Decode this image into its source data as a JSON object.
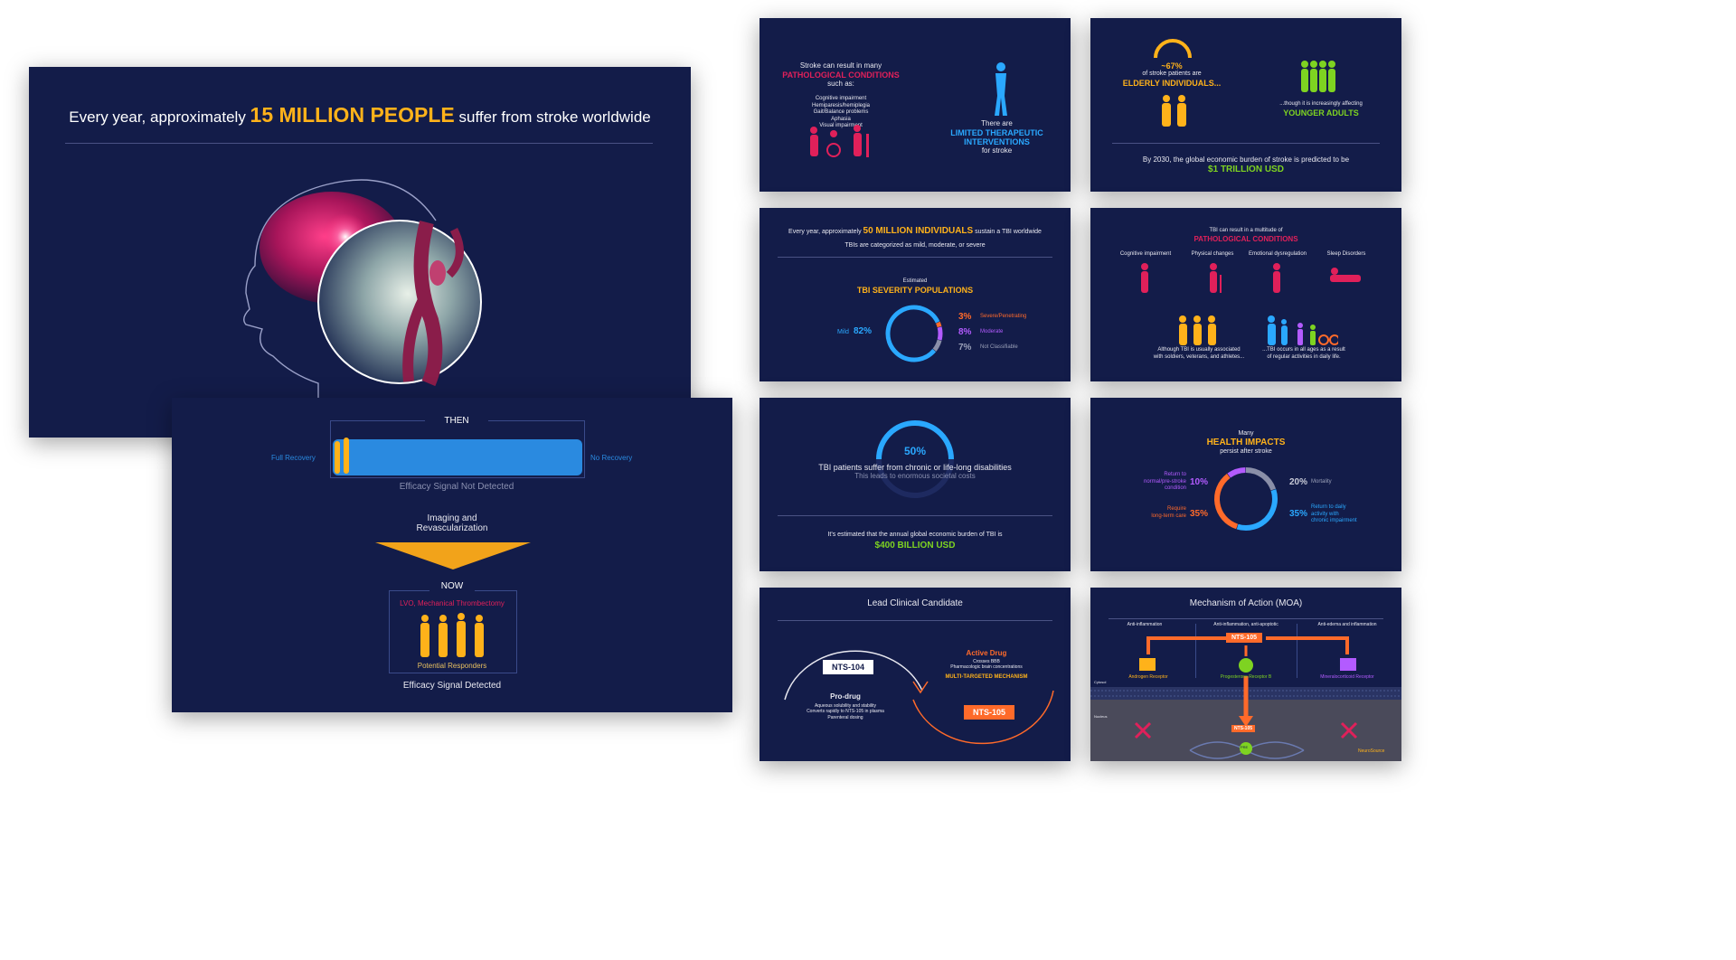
{
  "s1": {
    "title_pre": "Every year, approximately ",
    "title_highlight": "15 MILLION PEOPLE",
    "title_post": " suffer from stroke worldwide"
  },
  "s2": {
    "then": "THEN",
    "full_recovery": "Full Recovery",
    "no_recovery": "No Recovery",
    "not_detected": "Efficacy Signal Not Detected",
    "imaging": "Imaging and",
    "revasc": "Revascularization",
    "now": "NOW",
    "lvo": "LVO, Mechanical Thrombectomy",
    "responders": "Potential Responders",
    "detected": "Efficacy Signal Detected"
  },
  "s3": {
    "intro": "Stroke can result in many",
    "heading": "PATHOLOGICAL CONDITIONS",
    "such": "such as:",
    "conditions": [
      "Cognitive impairment",
      "Hemiparesis/hemiplegia",
      "Gait/Balance problems",
      "Aphasia",
      "Visual impairment"
    ],
    "there_are": "There are",
    "limited1": "LIMITED THERAPEUTIC",
    "limited2": "INTERVENTIONS",
    "for_stroke": "for stroke"
  },
  "s4": {
    "pct": "~67%",
    "of_patients": "of stroke patients are",
    "elderly": "ELDERLY INDIVIDUALS...",
    "though": "...though it is increasingly affecting",
    "younger": "YOUNGER ADULTS",
    "by2030": "By 2030, the global economic burden of stroke is predicted to be",
    "trillion": "$1 TRILLION USD"
  },
  "s5": {
    "line_pre": "Every year, approximately ",
    "line_highlight": "50 MILLION INDIVIDUALS",
    "line_post": " sustain a TBI worldwide",
    "categorized": "TBIs are categorized as mild, moderate, or severe",
    "estimated": "Estimated",
    "severity": "TBI SEVERITY POPULATIONS",
    "mild_label": "Mild",
    "mild_pct": "82%",
    "rows": [
      {
        "pct": "3%",
        "label": "Severe/Penetrating"
      },
      {
        "pct": "8%",
        "label": "Moderate"
      },
      {
        "pct": "7%",
        "label": "Not Classifiable"
      }
    ],
    "colors": {
      "mild": "#2aa8ff",
      "severe": "#ff6a2a",
      "moderate": "#b35bff",
      "nc": "#8a8fa8"
    }
  },
  "s6": {
    "intro": "TBI can result in a multitude of",
    "heading": "PATHOLOGICAL CONDITIONS",
    "conditions": [
      "Cognitive impairment",
      "Physical changes",
      "Emotional dysregulation",
      "Sleep Disorders"
    ],
    "left1": "Although TBI is usually associated",
    "left2": "with soldiers, veterans, and athletes...",
    "right1": "...TBI occurs in all ages as a result",
    "right2": "of regular activities in daily life."
  },
  "s7": {
    "pct": "50%",
    "line1": "TBI patients suffer from chronic or life-long disabilities",
    "line2": "This leads to enormous societal costs",
    "estimated": "It's estimated that the annual global economic burden of TBI is",
    "amount": "$400 BILLION USD"
  },
  "s8": {
    "many": "Many",
    "heading": "HEALTH IMPACTS",
    "persist": "persist after stroke",
    "return_label1": "Return to",
    "return_label2": "normal/pre-stroke",
    "return_label3": "condition",
    "return_pct": "10%",
    "care_label1": "Require",
    "care_label2": "long-term care",
    "care_pct": "35%",
    "mort_pct": "20%",
    "mort_label": "Mortality",
    "daily_pct": "35%",
    "daily_label1": "Return to daily",
    "daily_label2": "activity with",
    "daily_label3": "chronic impairment",
    "colors": {
      "return": "#b35bff",
      "care": "#ff6a2a",
      "mort": "#8a8fa8",
      "daily": "#2aa8ff"
    }
  },
  "s9": {
    "title": "Lead Clinical Candidate",
    "nts104": "NTS-104",
    "prodrug": "Pro-drug",
    "prodrug_lines": [
      "Aqueous solubility and stability",
      "Converts rapidly to NTS-105 in plasma",
      "Parenteral dosing"
    ],
    "active": "Active Drug",
    "active_lines": [
      "Crosses BBB",
      "Pharmacologic brain concentrations"
    ],
    "multi": "MULTI-TARGETED MECHANISM",
    "nts105": "NTS-105"
  },
  "s10": {
    "title": "Mechanism of Action (MOA)",
    "cols": [
      "Anti-inflammation",
      "Anti-inflammation, anti-apoptotic",
      "Anti-edema and inflammation"
    ],
    "nts105": "NTS-105",
    "receptors": [
      "Androgen Receptor",
      "Progesterone Receptor B",
      "Mineralocorticoid Receptor"
    ],
    "cytosol": "Cytosol",
    "nucleus": "Nucleus",
    "nts105_small": "NTS-105",
    "pre": "PRE",
    "brand": "NeuroSource"
  }
}
